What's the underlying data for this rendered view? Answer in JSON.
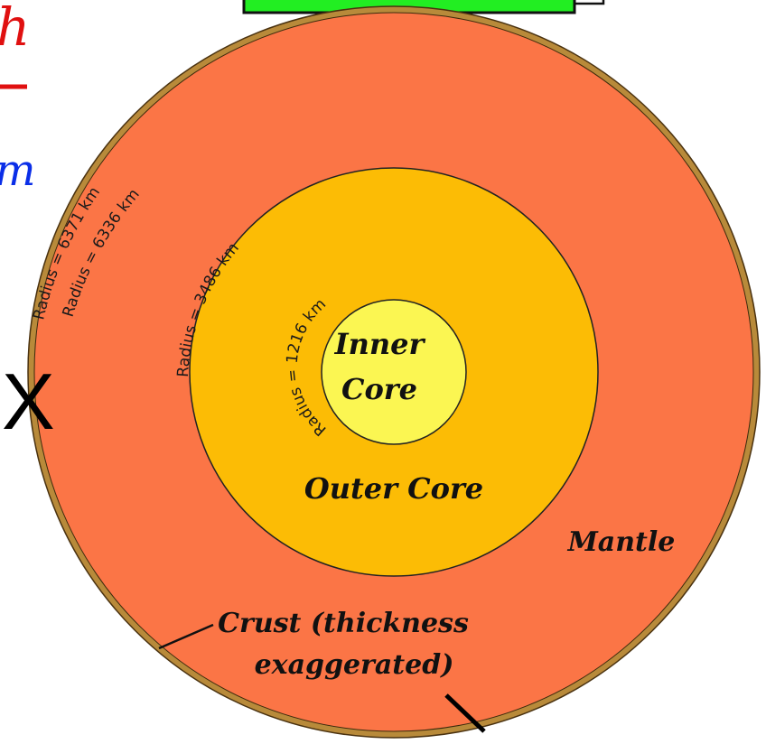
{
  "labels": {
    "inner_core_line1": "Inner",
    "inner_core_line2": "Core",
    "outer_core": "Outer Core",
    "mantle": "Mantle",
    "crust_line1": "Crust (thickness",
    "crust_line2": "exaggerated)"
  },
  "radii": {
    "surface": "Radius = 6371 km",
    "mantle_top": "Radius = 6336 km",
    "outer_core_top": "Radius = 3486 km",
    "inner_core_top": "Radius = 1216 km"
  },
  "annotations": {
    "red_glyph": "h",
    "blue_glyph": "m",
    "marker": "X"
  },
  "colors": {
    "crust": "#b88a3a",
    "mantle": "#fb7546",
    "outer_core": "#fcbc05",
    "inner_core": "#fbf652",
    "top_box": "#22ee22",
    "red_annotation": "#e01010",
    "blue_annotation": "#0a2ee8"
  }
}
